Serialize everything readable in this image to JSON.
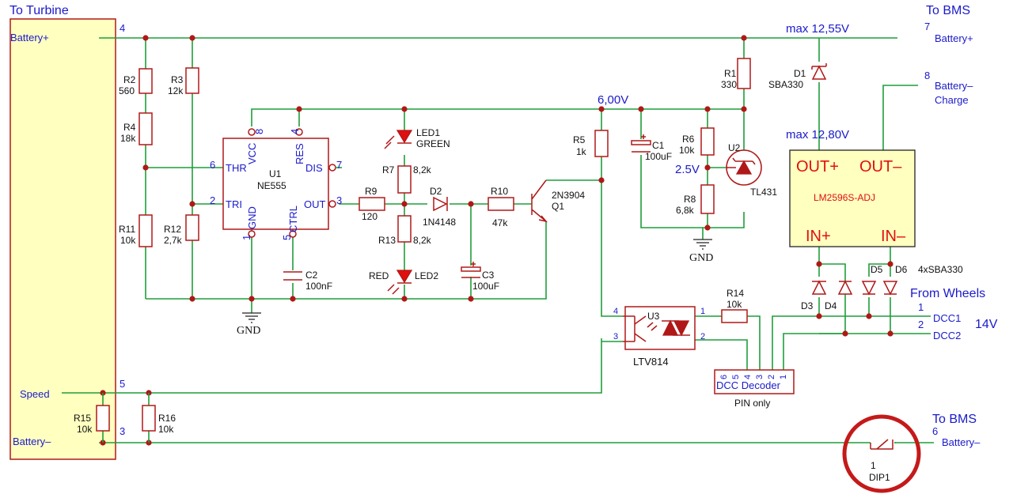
{
  "connector_left": {
    "title": "To Turbine",
    "pins": {
      "battery_plus": "Battery+",
      "speed": "Speed",
      "battery_minus": "Battery–"
    },
    "pin_numbers": {
      "p4": "4",
      "p5": "5",
      "p3": "3"
    }
  },
  "connector_bms_top": {
    "title": "To BMS",
    "pin7": "7",
    "pin7_label": "Battery+",
    "pin8": "8",
    "pin8_label_1": "Battery–",
    "pin8_label_2": "Charge"
  },
  "connector_bms_bottom": {
    "title": "To BMS",
    "pin6": "6",
    "pin6_label": "Battery–"
  },
  "from_wheels": {
    "title": "From Wheels",
    "pin1": "1",
    "pin1_label": "DCC1",
    "pin2": "2",
    "pin2_label": "DCC2",
    "voltage": "14V"
  },
  "voltages": {
    "max_top": "max 12,55V",
    "max_mid": "max 12,80V",
    "v6": "6,00V",
    "v25": "2.5V"
  },
  "resistors": {
    "R1": {
      "name": "R1",
      "value": "330"
    },
    "R2": {
      "name": "R2",
      "value": "560"
    },
    "R3": {
      "name": "R3",
      "value": "12k"
    },
    "R4": {
      "name": "R4",
      "value": "18k"
    },
    "R5": {
      "name": "R5",
      "value": "1k"
    },
    "R6": {
      "name": "R6",
      "value": "10k"
    },
    "R7": {
      "name": "R7",
      "value": "8,2k"
    },
    "R8": {
      "name": "R8",
      "value": "6,8k"
    },
    "R9": {
      "name": "R9",
      "value": "120"
    },
    "R10": {
      "name": "R10",
      "value": "47k"
    },
    "R11": {
      "name": "R11",
      "value": "10k"
    },
    "R12": {
      "name": "R12",
      "value": "2,7k"
    },
    "R13": {
      "name": "R13",
      "value": "8,2k"
    },
    "R14": {
      "name": "R14",
      "value": "10k"
    },
    "R15": {
      "name": "R15",
      "value": "10k"
    },
    "R16": {
      "name": "R16",
      "value": "10k"
    }
  },
  "capacitors": {
    "C1": {
      "name": "C1",
      "value": "100uF"
    },
    "C2": {
      "name": "C2",
      "value": "100nF"
    },
    "C3": {
      "name": "C3",
      "value": "100uF"
    }
  },
  "diodes": {
    "D1": {
      "name": "D1",
      "value": "SBA330"
    },
    "D2": {
      "name": "D2",
      "value": "1N4148"
    },
    "D3": "D3",
    "D4": "D4",
    "D5": "D5",
    "D6": "D6",
    "bridge_note": "4xSBA330"
  },
  "leds": {
    "LED1": "LED1",
    "LED1_color": "GREEN",
    "LED2": "LED2",
    "LED2_color": "RED"
  },
  "ne555": {
    "ref": "U1",
    "part": "NE555",
    "pins": {
      "thr": "THR",
      "tri": "TRI",
      "vcc": "VCC",
      "res": "RES",
      "dis": "DIS",
      "out": "OUT",
      "gnd": "GND",
      "ctrl": "CTRL"
    },
    "nums": {
      "n6": "6",
      "n2": "2",
      "n8": "8",
      "n4": "4",
      "n7": "7",
      "n3": "3",
      "n1": "1",
      "n5": "5"
    }
  },
  "tl431": {
    "ref": "U2",
    "part": "TL431"
  },
  "transistor": {
    "part": "2N3904",
    "ref": "Q1"
  },
  "optocoupler": {
    "ref": "U3",
    "part": "LTV814",
    "p1": "1",
    "p2": "2",
    "p3": "3",
    "p4": "4"
  },
  "buck": {
    "out_plus": "OUT+",
    "out_minus": "OUT–",
    "part": "LM2596S-ADJ",
    "in_plus": "IN+",
    "in_minus": "IN–"
  },
  "dcc_decoder": {
    "label": "DCC Decoder",
    "pins": [
      "6",
      "5",
      "4",
      "3",
      "2",
      "1"
    ],
    "note": "PIN only"
  },
  "dip": {
    "ref": "DIP1",
    "pin": "1"
  },
  "gnd_label": "GND",
  "colors": {
    "wire": "#1f9e3a",
    "component": "#b01818",
    "label_blue": "#1a1acc",
    "highlight_red": "#e01010",
    "buck_fill": "#ffffc0"
  }
}
